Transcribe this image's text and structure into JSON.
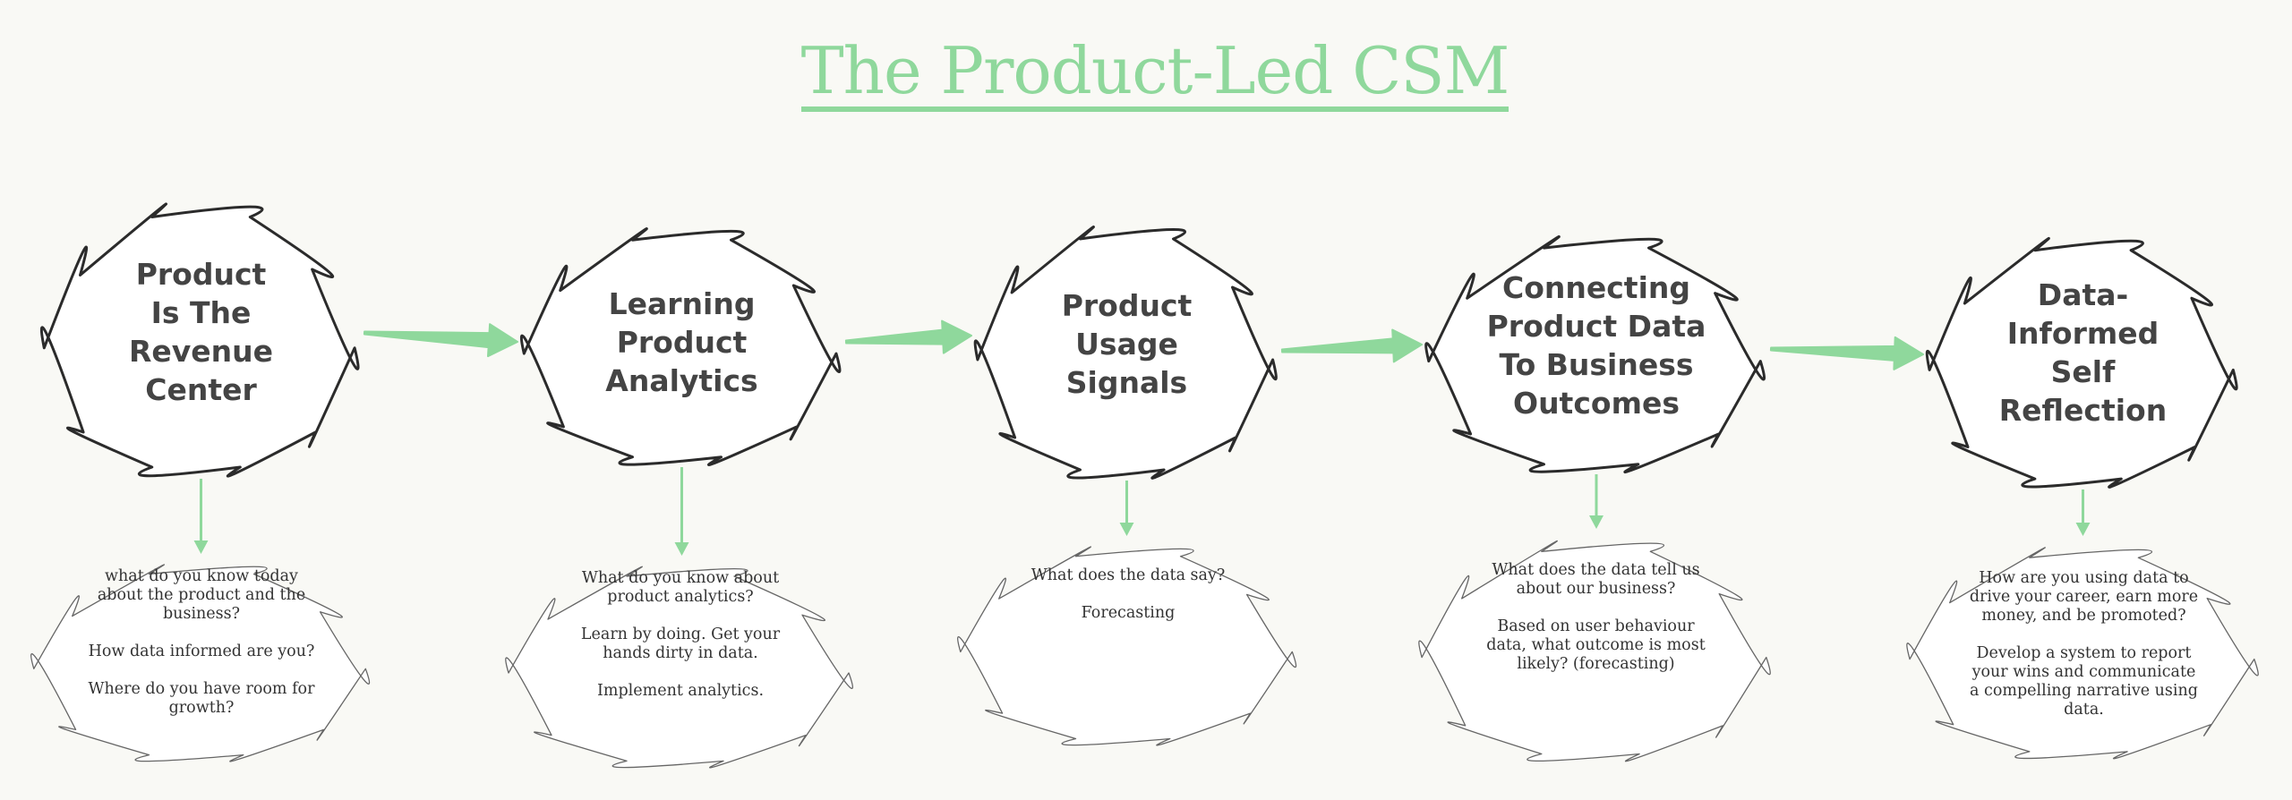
{
  "title": "The Product-Led CSM",
  "colors": {
    "accent": "#8fd89c",
    "background": "#f9f9f5",
    "cloud_fill": "#ffffff",
    "cloud_stroke": "#2b2b2b",
    "main_text": "#444444",
    "sub_text": "#333333"
  },
  "steps": [
    {
      "label": "Product\nIs The\nRevenue\nCenter",
      "details": "what do you know today\nabout the product and the\nbusiness?\n\nHow data informed are you?\n\nWhere do you have room for\ngrowth?"
    },
    {
      "label": "Learning\nProduct\nAnalytics",
      "details": "What do you know about\nproduct analytics?\n\nLearn by doing. Get your\nhands dirty in data.\n\nImplement analytics."
    },
    {
      "label": "Product\nUsage\nSignals",
      "details": "What does the data say?\n\nForecasting"
    },
    {
      "label": "Connecting\nProduct Data\nTo Business\nOutcomes",
      "details": "What does the data tell us\nabout our business?\n\nBased on user behaviour\ndata, what outcome is most\nlikely? (forecasting)"
    },
    {
      "label": "Data-\nInformed\nSelf\nReflection",
      "details": "How are you using data to\ndrive your career, earn more\nmoney, and be promoted?\n\nDevelop a system to report\nyour wins and communicate\na compelling narrative using\ndata."
    }
  ],
  "connectors": [
    {
      "from": 0,
      "to": 1,
      "type": "arrow-right"
    },
    {
      "from": 1,
      "to": 2,
      "type": "arrow-right"
    },
    {
      "from": 2,
      "to": 3,
      "type": "arrow-right"
    },
    {
      "from": 3,
      "to": 4,
      "type": "arrow-right"
    }
  ]
}
